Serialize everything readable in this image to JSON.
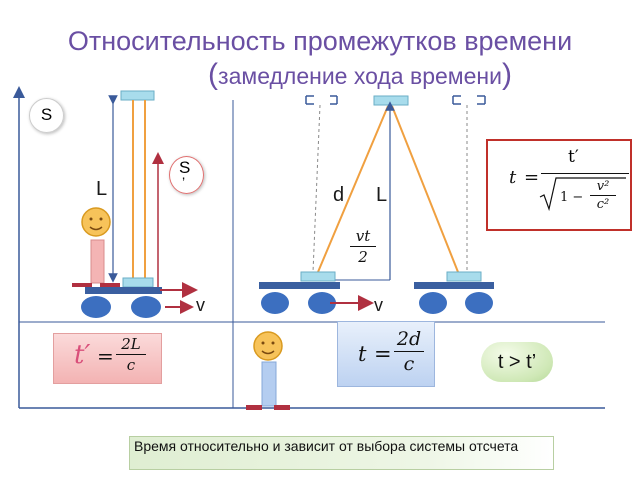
{
  "title": {
    "line1": "Относительность промежутков времени",
    "line2_open": "(",
    "line2_text": "замедление хода времени",
    "line2_close": ")"
  },
  "left_frame": {
    "frame_label": "S",
    "moving_frame_label": "S",
    "moving_frame_prime": "’",
    "length_label": "L",
    "velocity_label": "v"
  },
  "right_frame": {
    "diagonal_label": "d",
    "length_label": "L",
    "half_path_num": "vt",
    "half_path_den": "2",
    "velocity_label": "v"
  },
  "formulas": {
    "t_prime_lhs": "t′",
    "t_prime_eq": "=",
    "t_prime_num": "2L",
    "t_prime_den": "c",
    "t_lhs": "t",
    "t_eq": "=",
    "t_num": "2d",
    "t_den": "c",
    "dilation_lhs": "t",
    "dilation_eq": "=",
    "dilation_num": "t′",
    "dilation_root_one": "1 −",
    "dilation_v2": "v²",
    "dilation_c2": "c²"
  },
  "comparison": "t > t’",
  "note": "Время относительно и зависит от выбора системы отсчета",
  "colors": {
    "title": "#6a4fa3",
    "light_ray": "#f0a040",
    "axis": "#3a5a9a",
    "mirror": "#a8dcec",
    "cart": "#3a5fa0",
    "wheel": "#3c6fc0",
    "arrow": "#b03040",
    "formula_border": "#c0302a"
  }
}
